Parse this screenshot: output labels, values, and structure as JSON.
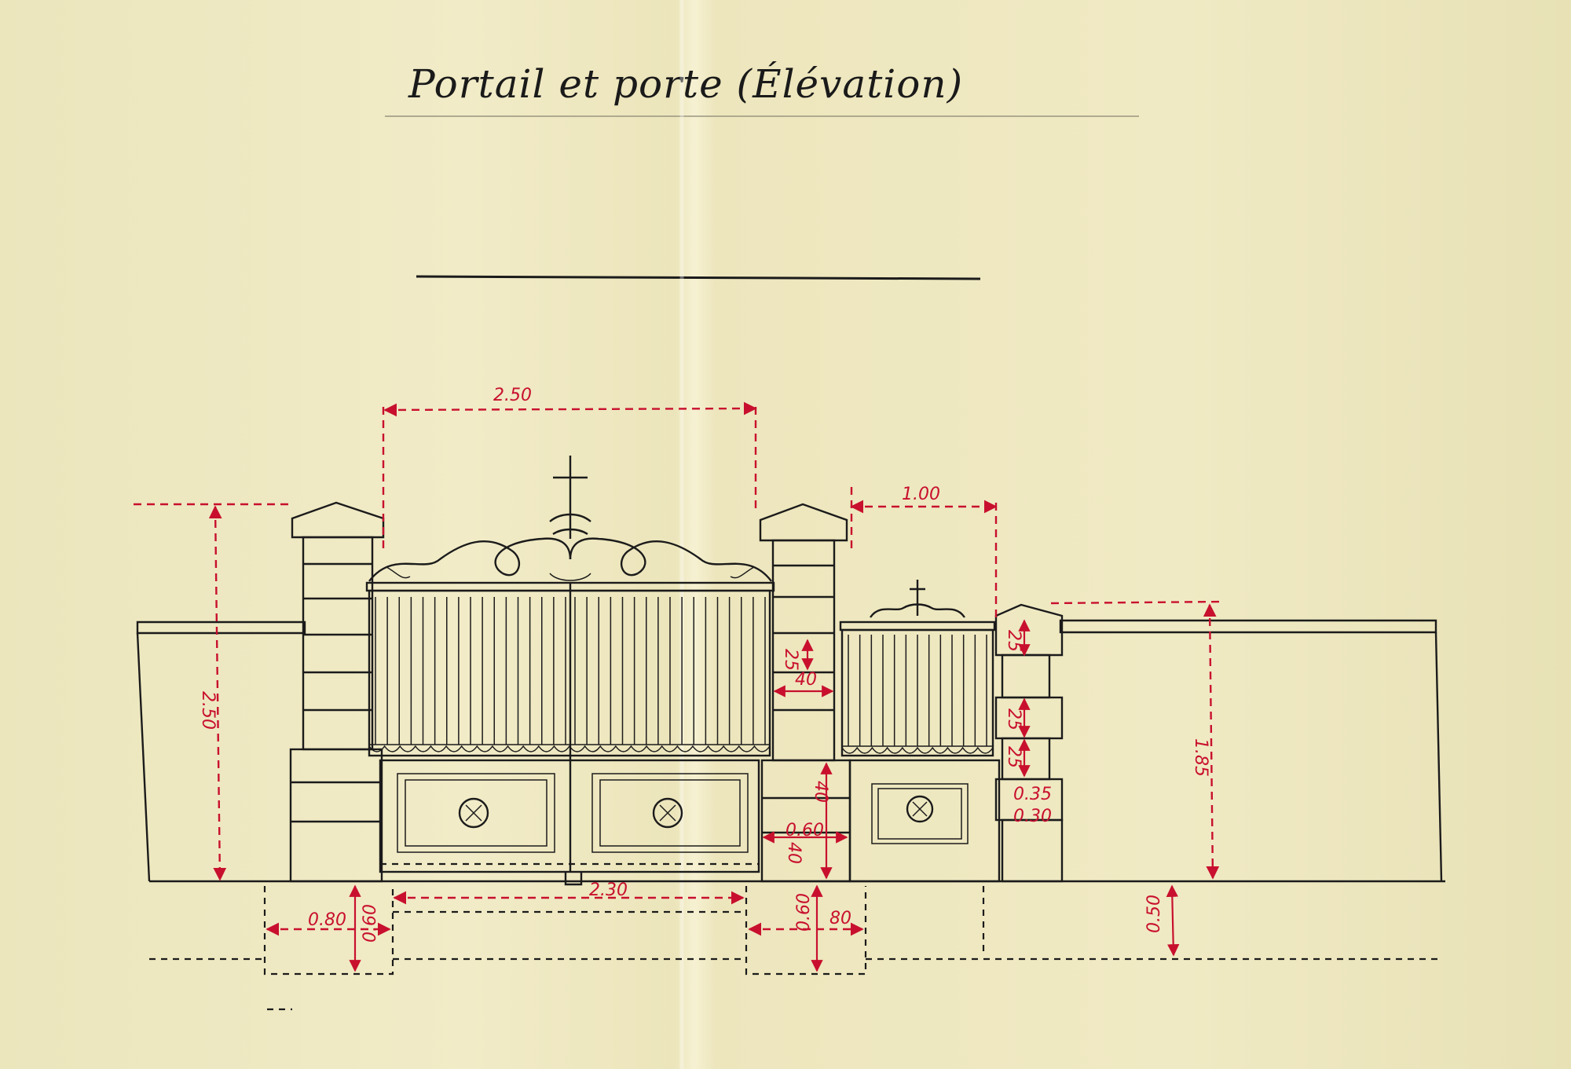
{
  "title": "Portail et porte (Élévation)",
  "colors": {
    "paper": "#efe9c2",
    "ink": "#1b1b1b",
    "dimension": "#c8102e"
  },
  "dimensions": {
    "gate_width": "2.50",
    "door_width": "1.00",
    "total_height": "2.50",
    "wall_height": "1.85",
    "opening_width": "2.30",
    "footing_width_left": "0.80",
    "footing_depth_left": "0.60",
    "footing_width_mid": "80",
    "footing_depth_mid": "0.60",
    "foundation_depth": "0.50",
    "pier_block_height": "25",
    "pier_width": "40",
    "pier_base_height": "40",
    "pier_base_height_2": "40",
    "pier_section": "0.60",
    "right_pier_cap": "25",
    "right_pier_block_1": "25",
    "right_pier_block_2": "25",
    "right_pier_width": "0.35",
    "right_pier_depth": "0.30"
  }
}
